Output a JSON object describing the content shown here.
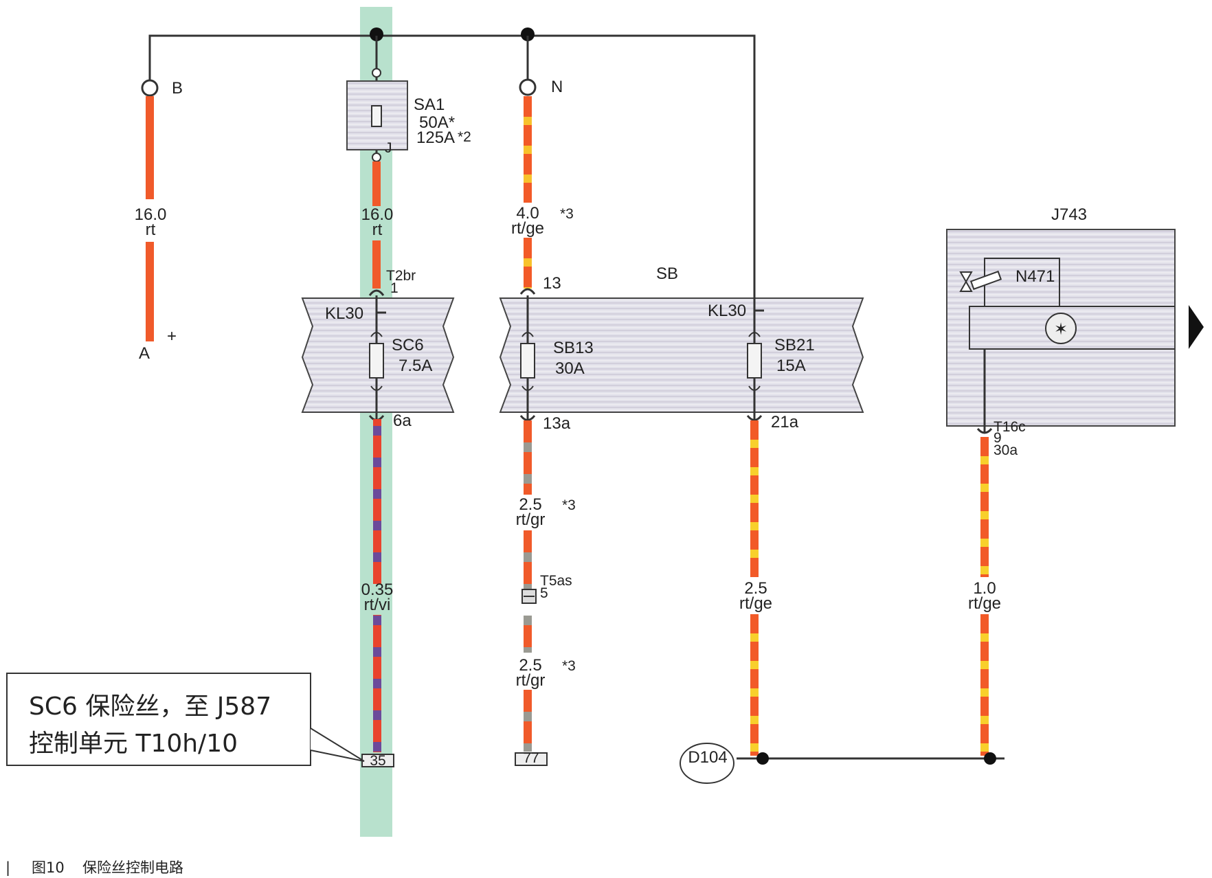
{
  "diagram": {
    "wires": {
      "b": {
        "terminal": "B",
        "size": "16.0",
        "color": "rt",
        "end_label": "A",
        "end_mark": "+"
      },
      "sa1": {
        "size": "16.0",
        "color": "rt",
        "connector": "T2br",
        "pin": "1"
      },
      "n": {
        "terminal": "N",
        "size": "4.0",
        "color": "rt/ge",
        "note": "*3"
      },
      "sc6_out": {
        "size": "0.35",
        "color": "rt/vi",
        "pin": "35"
      },
      "sb13_out_a": {
        "size": "2.5",
        "color": "rt/gr",
        "note": "*3"
      },
      "sb13_out_b": {
        "size": "2.5",
        "color": "rt/gr",
        "note": "*3"
      },
      "t5as": {
        "connector": "T5as",
        "pin": "5"
      },
      "sb13_end": {
        "pin": "77"
      },
      "sb21_out": {
        "size": "2.5",
        "color": "rt/ge"
      },
      "j743_out": {
        "size": "1.0",
        "color": "rt/ge"
      }
    },
    "fuses": {
      "sa1": {
        "name": "SA1",
        "rating1": "50A*",
        "rating2": "125A",
        "mark2": "*2",
        "pin": "J"
      },
      "sc6": {
        "name": "SC6",
        "rating": "7.5A",
        "in_label": "KL30",
        "out_pin": "6a"
      },
      "sb13": {
        "name": "SB13",
        "rating": "30A",
        "in_pin": "13",
        "out_pin": "13a"
      },
      "sb21": {
        "name": "SB21",
        "rating": "15A",
        "in_label": "KL30",
        "out_pin": "21a"
      }
    },
    "boxes": {
      "sb": {
        "name": "SB"
      },
      "j743": {
        "name": "J743",
        "component": "N471",
        "connector": "T16c",
        "pin": "9",
        "pin2": "30a"
      }
    },
    "ground": {
      "name": "D104"
    },
    "callout": {
      "line1": "SC6 保险丝，至 J587",
      "line2": "控制单元 T10h/10"
    },
    "caption": {
      "marker": "|",
      "figure": "图10",
      "title": "保险丝控制电路"
    }
  }
}
